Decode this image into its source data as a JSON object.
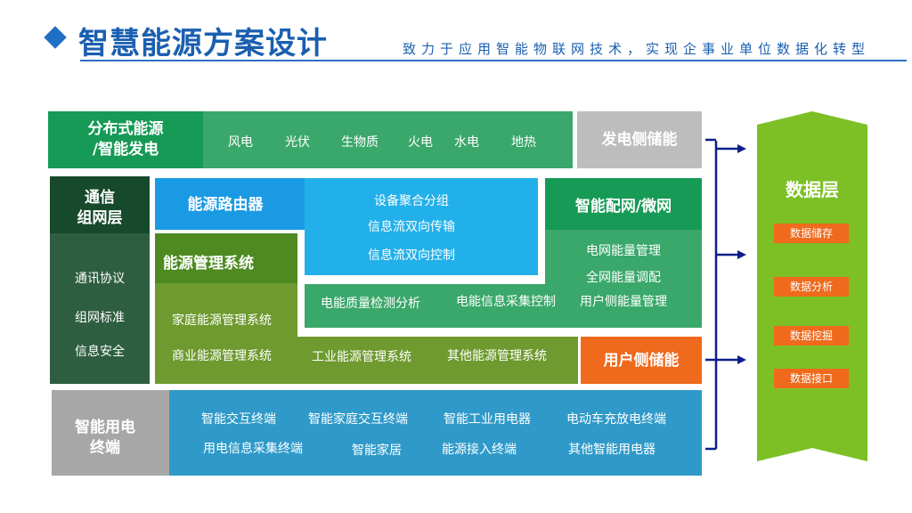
{
  "header": {
    "title": "智慧能源方案设计",
    "subtitle": "致力于应用智能物联网技术，实现企事业单位数据化转型"
  },
  "generation": {
    "title_line1": "分布式能源",
    "title_line2": "/智能发电",
    "items": [
      "风电",
      "光伏",
      "生物质",
      "火电",
      "水电",
      "地热"
    ],
    "storage": "发电侧储能"
  },
  "comm": {
    "title_line1": "通信",
    "title_line2": "组网层",
    "items": [
      "通讯协议",
      "组网标准",
      "信息安全"
    ]
  },
  "router": {
    "title": "能源路由器",
    "items": [
      "设备聚合分组",
      "信息流双向传输",
      "信息流双向控制"
    ]
  },
  "mgmt": {
    "title": "能源管理系统",
    "items": [
      "家庭能源管理系统",
      "商业能源管理系统",
      "工业能源管理系统",
      "其他能源管理系统"
    ]
  },
  "grid": {
    "title": "智能配网/微网",
    "items": [
      "电网能量管理",
      "全网能量调配",
      "用户侧能量管理"
    ],
    "bar_items": [
      "电能质量检测分析",
      "电能信息采集控制"
    ]
  },
  "user_storage": "用户侧储能",
  "terminals": {
    "title_line1": "智能用电",
    "title_line2": "终端",
    "row1": [
      "智能交互终端",
      "智能家庭交互终端",
      "智能工业用电器",
      "电动车充放电终端"
    ],
    "row2": [
      "用电信息采集终端",
      "智能家居",
      "能源接入终端",
      "其他智能用电器"
    ]
  },
  "data_layer": {
    "title": "数据层",
    "items": [
      "数据储存",
      "数据分析",
      "数据挖掘",
      "数据接口"
    ]
  },
  "colors": {
    "green": "#3aa86a",
    "dark_green": "#2b6e45",
    "olive": "#6e9a2f",
    "olive_dark": "#4e8a20",
    "blue": "#1b9ae4",
    "cyan": "#22b0ea",
    "gray": "#bdbdbd",
    "orange": "#ef6a1c",
    "lime": "#7cc026",
    "navy": "#0d1f8a",
    "terminal_blue": "#2f9ac9"
  }
}
